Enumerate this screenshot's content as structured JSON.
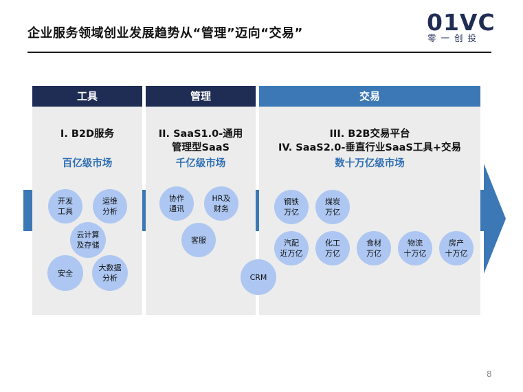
{
  "title": "企业服务领域创业发展趋势从“管理”迈向“交易”",
  "logo": {
    "mark": "01VC",
    "sub": "零一创投"
  },
  "columns": [
    {
      "header": "工具",
      "header_color": "#1f2d54",
      "title_lines": [
        "I. B2D服务"
      ],
      "market": "百亿级市场",
      "bubbles": [
        [
          "开发",
          "工具"
        ],
        [
          "运维",
          "分析"
        ],
        [
          "云计算",
          "及存储"
        ],
        [
          "安全"
        ],
        [
          "大数据",
          "分析"
        ]
      ]
    },
    {
      "header": "管理",
      "header_color": "#1f2d54",
      "title_lines": [
        "II. SaaS1.0-通用",
        "管理型SaaS"
      ],
      "market": "千亿级市场",
      "bubbles": [
        [
          "协作",
          "通讯"
        ],
        [
          "HR及",
          "财务"
        ],
        [
          "客服"
        ]
      ]
    },
    {
      "header": "交易",
      "header_color": "#3b78b5",
      "title_lines": [
        "III. B2B交易平台",
        "IV. SaaS2.0-垂直行业SaaS工具+交易"
      ],
      "market": "数十万亿级市场",
      "bubbles": [
        [
          "钢铁",
          "万亿"
        ],
        [
          "煤炭",
          "万亿"
        ],
        [
          "汽配",
          "近万亿"
        ],
        [
          "化工",
          "万亿"
        ],
        [
          "食材",
          "万亿"
        ],
        [
          "物流",
          "十万亿"
        ],
        [
          "房产",
          "十万亿"
        ]
      ]
    }
  ],
  "crm": "CRM",
  "page_number": "8"
}
